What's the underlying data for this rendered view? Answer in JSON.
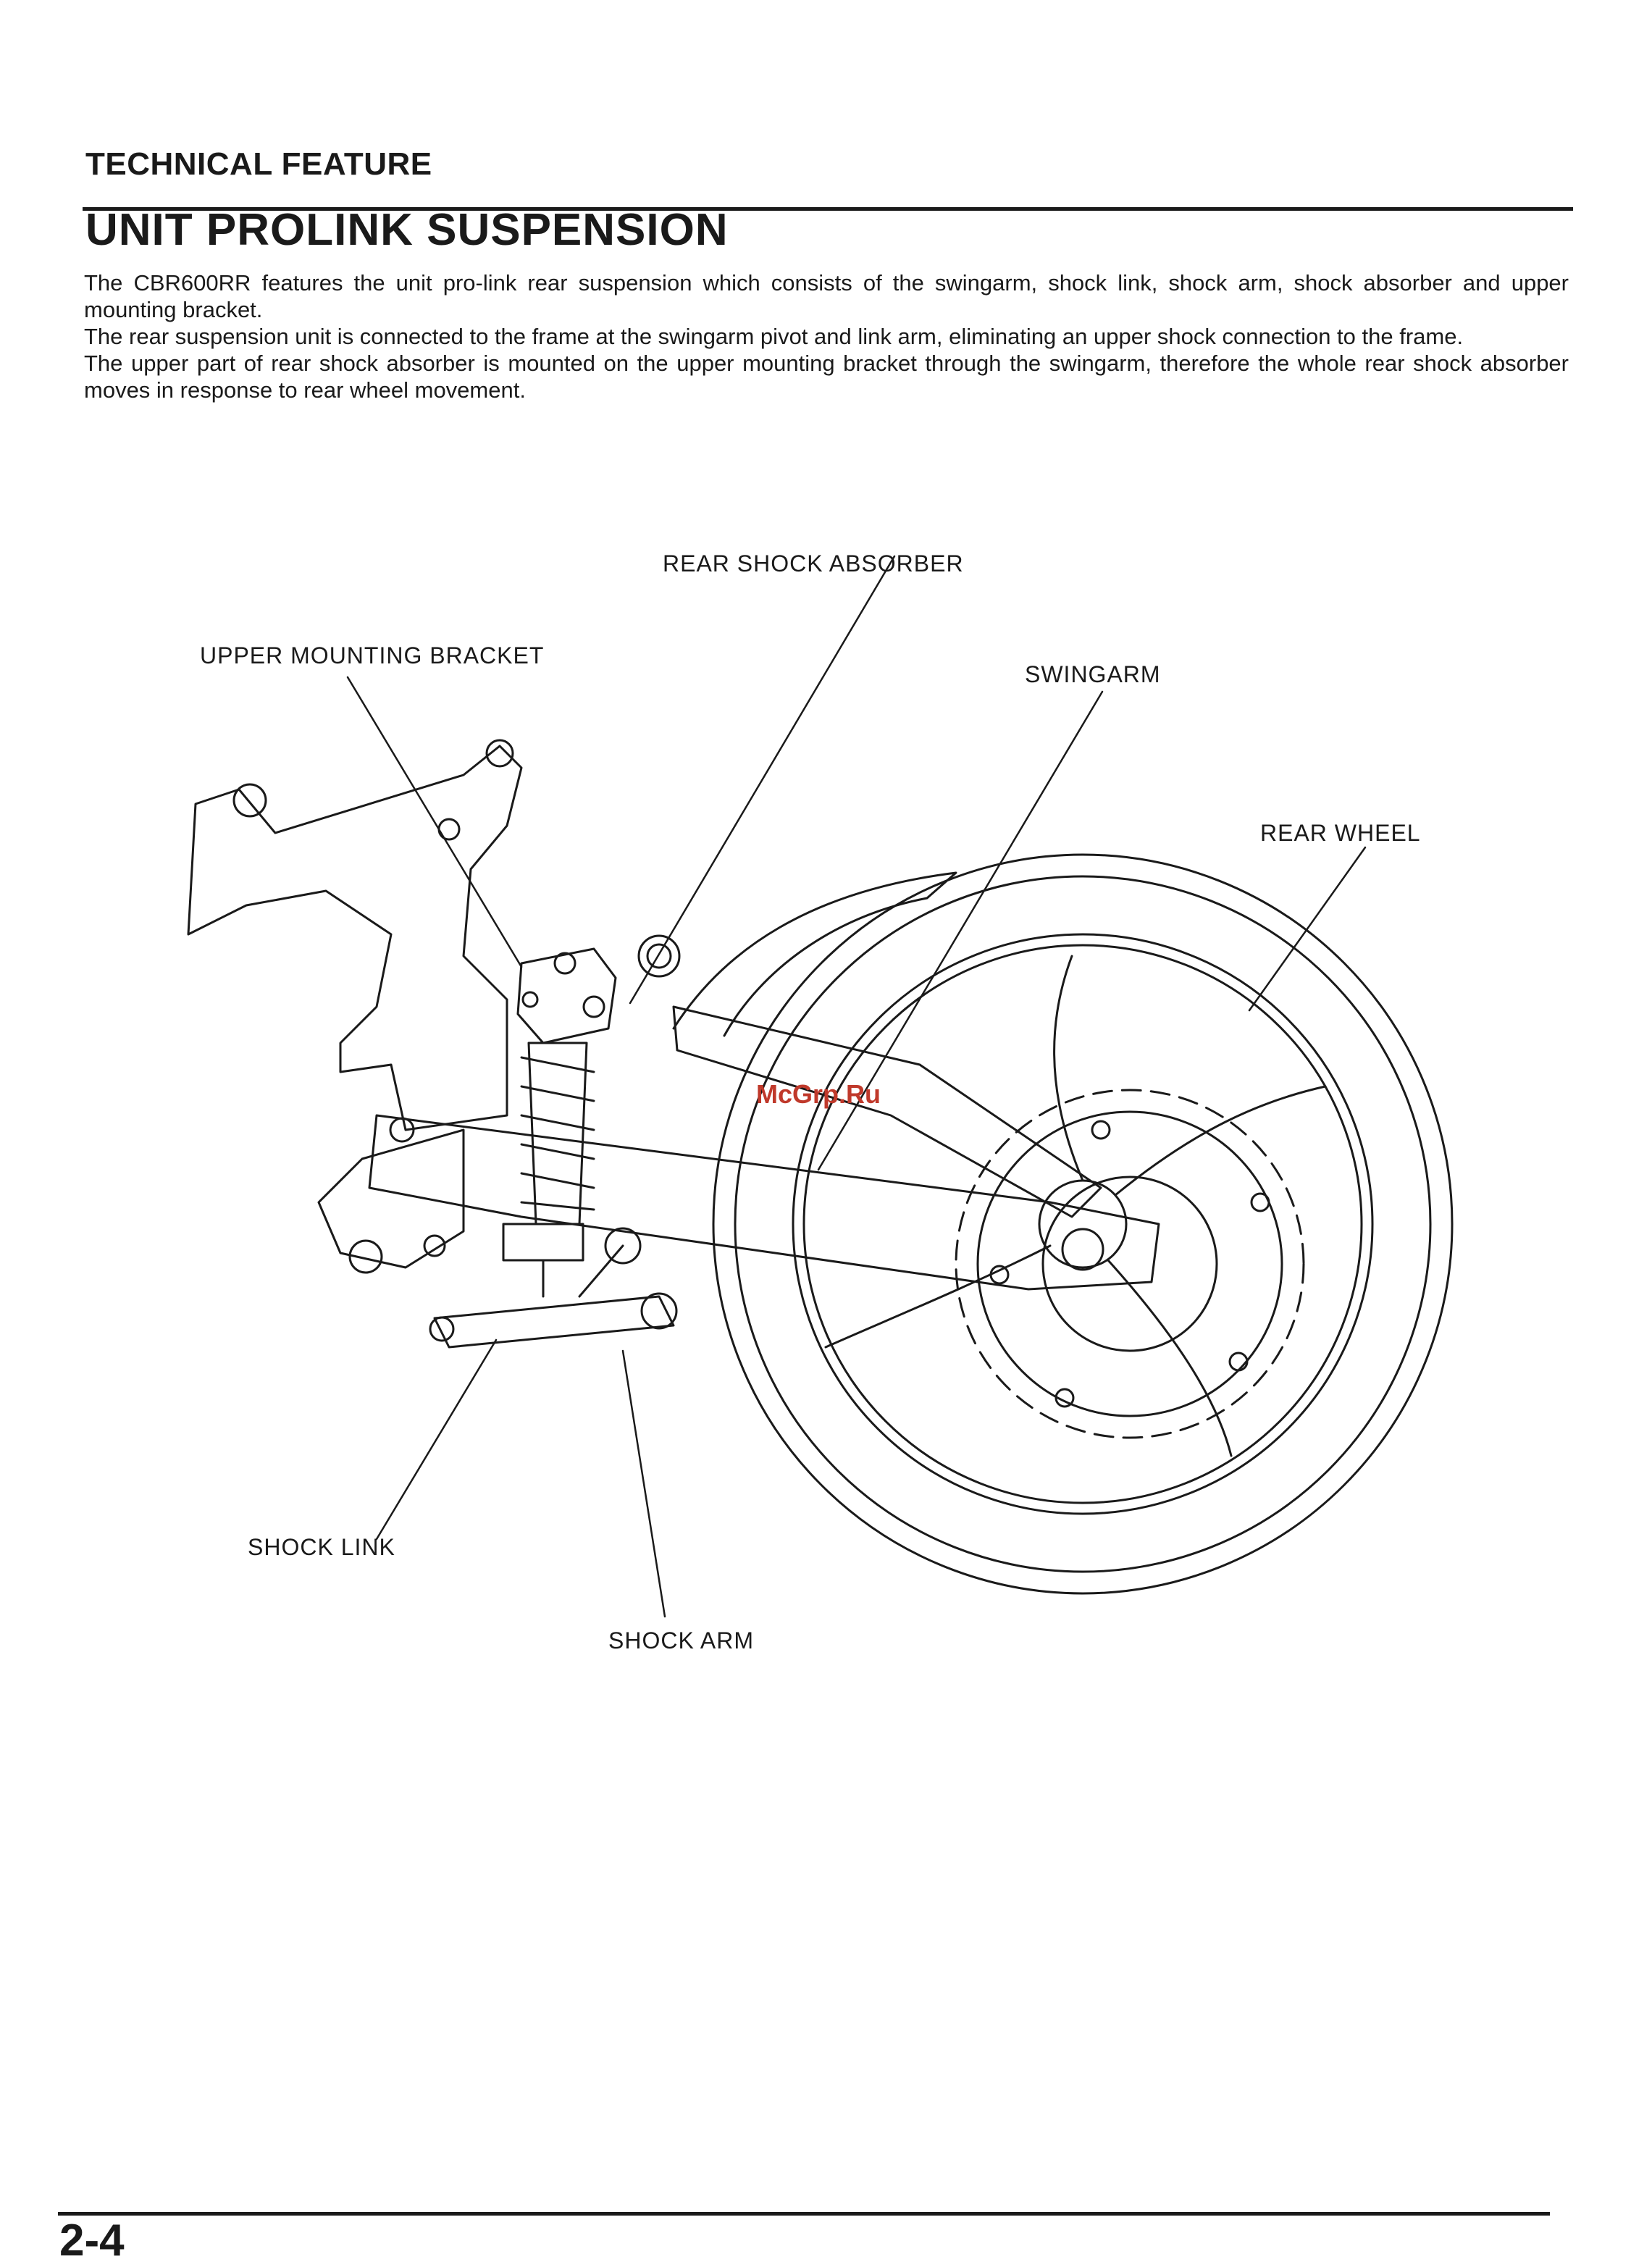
{
  "header": {
    "section_label": "TECHNICAL FEATURE",
    "title": "UNIT PROLINK SUSPENSION"
  },
  "intro": {
    "paragraphs": [
      "The CBR600RR features the unit pro-link rear suspension which consists of the swingarm, shock link, shock arm, shock absorber and upper mounting bracket.",
      "The rear suspension unit is connected to the frame at the swingarm pivot and link arm, eliminating an upper shock connection to the frame.",
      "The upper part of rear shock absorber is mounted on the upper mounting bracket through the swingarm, therefore the whole rear shock absorber moves in response to rear wheel movement."
    ]
  },
  "diagram": {
    "callouts": {
      "rear_shock_absorber": "REAR SHOCK ABSORBER",
      "upper_mounting_bracket": "UPPER MOUNTING BRACKET",
      "swingarm": "SWINGARM",
      "rear_wheel": "REAR WHEEL",
      "shock_link": "SHOCK LINK",
      "shock_arm": "SHOCK ARM"
    },
    "watermark": "McGrp.Ru"
  },
  "footer": {
    "page_number": "2-4"
  }
}
